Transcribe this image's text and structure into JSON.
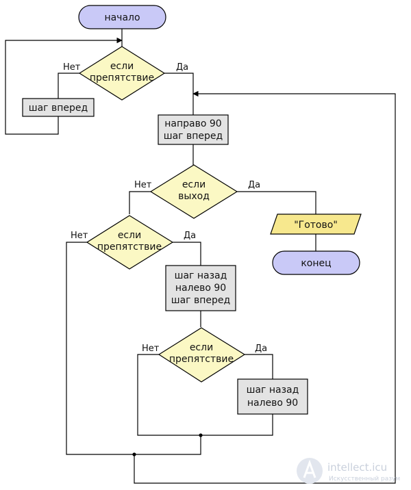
{
  "diagram": {
    "start": "начало",
    "end": "конец",
    "decision_main_obstacle": [
      "если",
      "препятствие"
    ],
    "action_step_forward": "шаг вперед",
    "action_right_step": [
      "направо 90",
      "шаг вперед"
    ],
    "decision_exit": [
      "если",
      "выход"
    ],
    "output_done": "\"Готово\"",
    "decision_obstacle_2": [
      "если",
      "препятствие"
    ],
    "action_back_left_forward": [
      "шаг назад",
      "налево 90",
      "шаг вперед"
    ],
    "decision_obstacle_3": [
      "если",
      "препятствие"
    ],
    "action_back_left": [
      "шаг назад",
      "налево 90"
    ],
    "branch_no": "Нет",
    "branch_yes": "Да"
  },
  "watermark": {
    "text": "intellect.icu",
    "subtext": "Искусственный разум"
  },
  "colors": {
    "terminal_fill": "#c9c9f7",
    "decision_fill": "#fbf8c4",
    "process_fill": "#e3e3e3",
    "io_fill": "#f7e88e",
    "stroke": "#000000"
  }
}
